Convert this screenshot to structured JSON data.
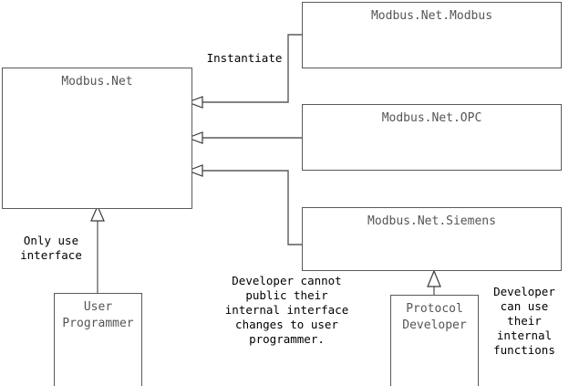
{
  "diagram": {
    "title": "Modbus.Net architecture layering diagram",
    "background_color": "#ffffff",
    "box_border_color": "#5a5a5a",
    "box_text_color": "#555555",
    "annotation_text_color": "#000000",
    "line_color": "#5a5a5a"
  },
  "nodes": {
    "core": {
      "label": "Modbus.Net"
    },
    "modbus": {
      "label": "Modbus.Net.Modbus"
    },
    "opc": {
      "label": "Modbus.Net.OPC"
    },
    "siemens": {
      "label": "Modbus.Net.Siemens"
    },
    "user_programmer": {
      "label": "User Programmer"
    },
    "protocol_developer": {
      "label": "Protocol Developer"
    }
  },
  "annotations": {
    "instantiate": {
      "label": "Instantiate"
    },
    "only_use_interface": {
      "label": "Only use interface"
    },
    "developer_cannot_public": {
      "label": "Developer cannot public their internal interface changes to user programmer."
    },
    "developer_can_use": {
      "label": "Developer can use their internal functions"
    }
  },
  "relations": [
    {
      "name": "modbus-instantiates-core",
      "from": "Modbus.Net.Modbus",
      "to": "Modbus.Net",
      "type": "instantiate",
      "arrow": "hollow-triangle"
    },
    {
      "name": "opc-instantiates-core",
      "from": "Modbus.Net.OPC",
      "to": "Modbus.Net",
      "type": "instantiate",
      "arrow": "hollow-triangle"
    },
    {
      "name": "siemens-instantiates-core",
      "from": "Modbus.Net.Siemens",
      "to": "Modbus.Net",
      "type": "instantiate",
      "arrow": "hollow-triangle"
    },
    {
      "name": "user-programmer-uses-core",
      "from": "User Programmer",
      "to": "Modbus.Net",
      "type": "generalization",
      "arrow": "hollow-triangle"
    },
    {
      "name": "protocol-developer-extends-siemens",
      "from": "Protocol Developer",
      "to": "Modbus.Net.Siemens",
      "type": "generalization",
      "arrow": "hollow-triangle"
    }
  ]
}
